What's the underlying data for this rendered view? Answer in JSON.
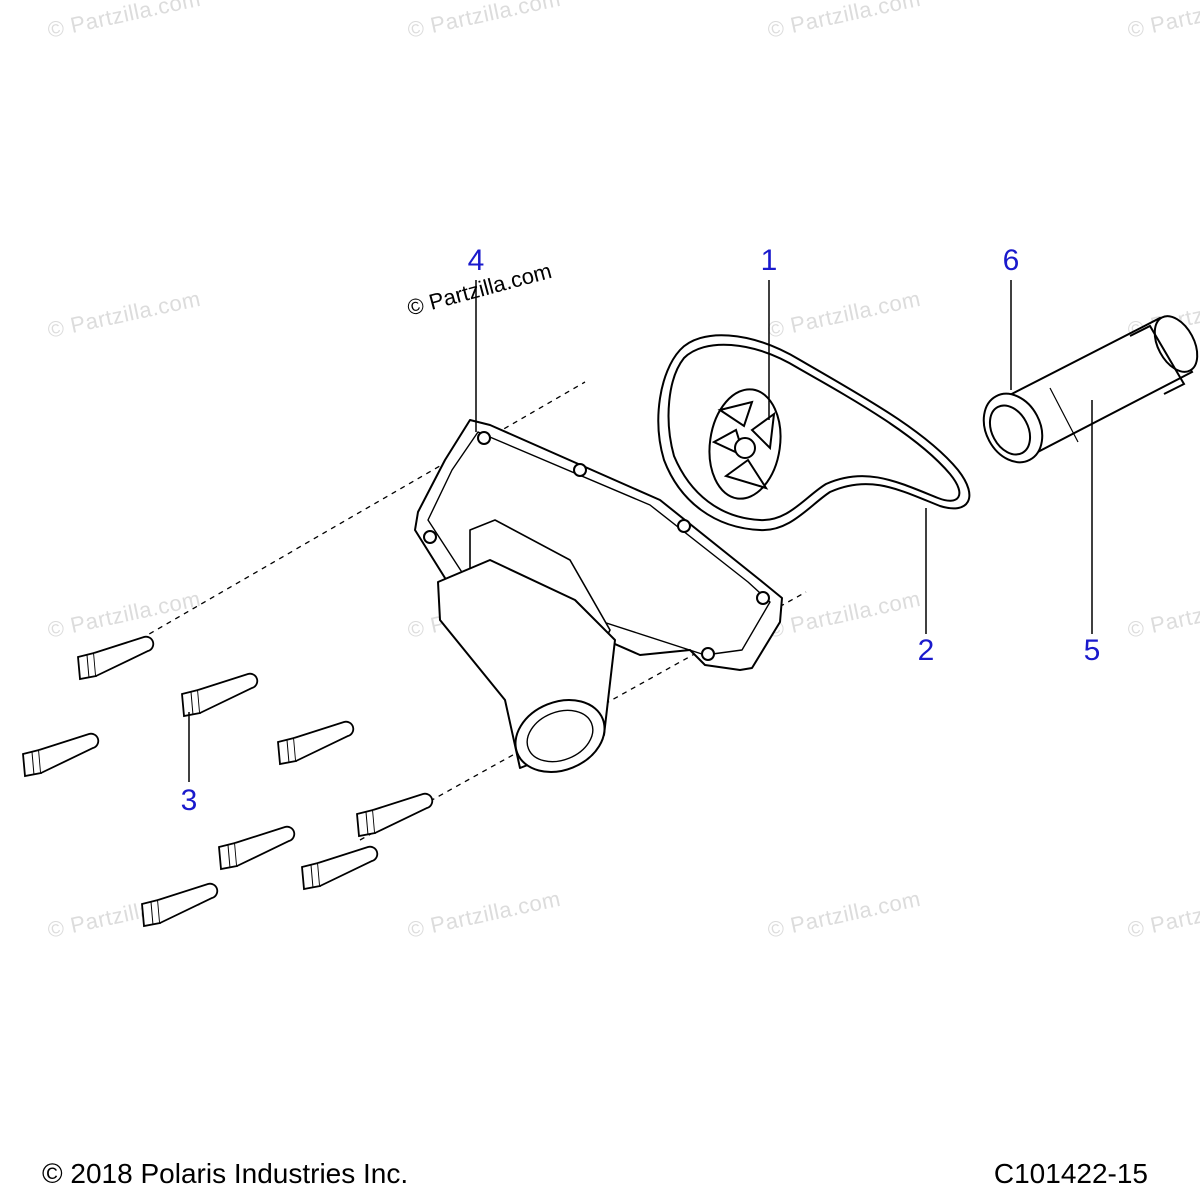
{
  "watermark_text": "© Partzilla.com",
  "main_watermark": "© Partzilla.com",
  "callouts": {
    "c1": "1",
    "c2": "2",
    "c3": "3",
    "c4": "4",
    "c5": "5",
    "c6": "6"
  },
  "footer": {
    "copyright": "© 2018 Polaris Industries Inc.",
    "code": "C101422-15"
  },
  "colors": {
    "callout": "#1a1acc",
    "line_art": "#000000",
    "watermark": "#dcdcdc"
  }
}
